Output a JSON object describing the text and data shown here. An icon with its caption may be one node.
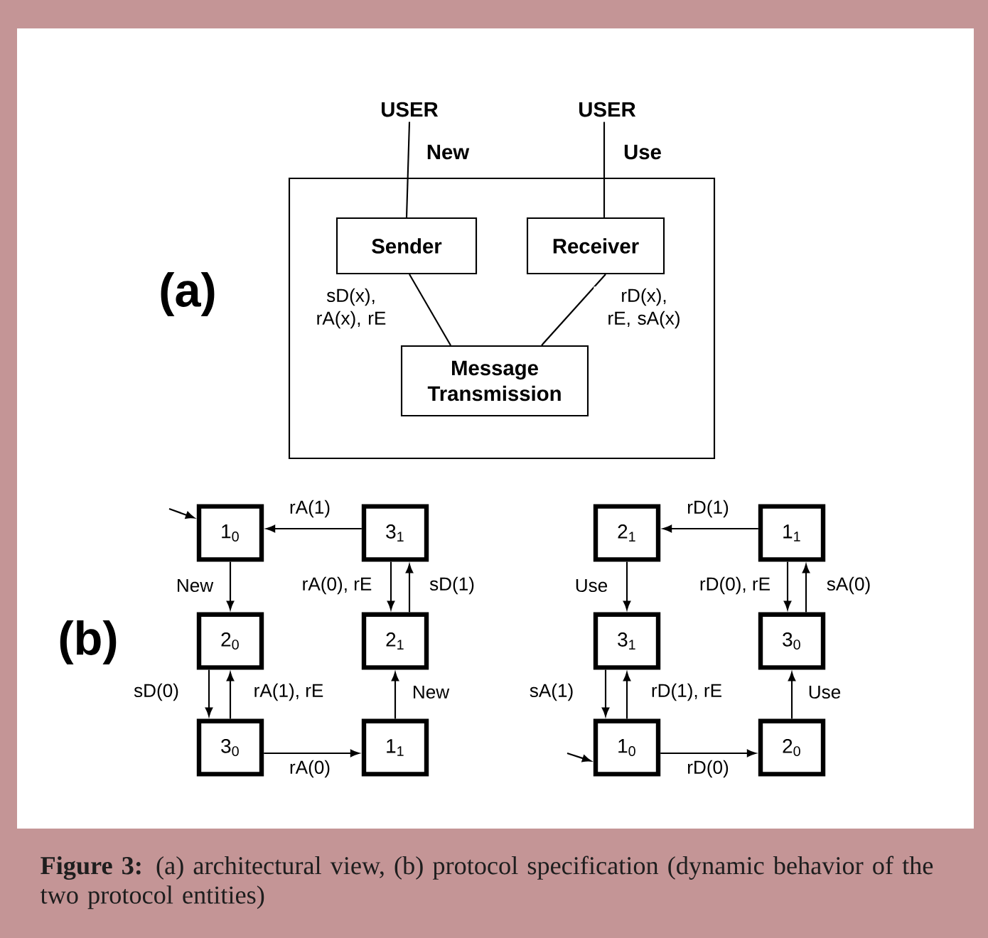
{
  "diagram": {
    "caption": "**Figure 3:** (a) architectural view, (b) protocol specification (dynamic behavior of the two protocol entities)",
    "nodes": [
      {
        "text": [
          "USER"
        ]
      },
      {
        "text": [
          "USER"
        ]
      },
      {
        "text": [],
        "shape": "box"
      },
      {
        "text": [
          "Sender"
        ],
        "in": 2
      },
      {
        "text": [
          "Receiver"
        ],
        "in": 2
      },
      {
        "text": [
          "Message Transmission"
        ],
        "in": 2
      },
      {
        "text": [
          "1$_{0}$"
        ]
      },
      {
        "text": [
          "3$_{1}$"
        ]
      },
      {
        "text": [
          "2$_{0}$"
        ]
      },
      {
        "text": [
          "2$_{1}$"
        ]
      },
      {
        "text": [
          "3$_{0}$"
        ]
      },
      {
        "text": [
          "1$_{1}$"
        ]
      },
      {
        "text": [
          "2$_{1}$"
        ]
      },
      {
        "text": [
          "1$_{1}$"
        ]
      },
      {
        "text": [
          "3$_{1}$"
        ]
      },
      {
        "text": [
          "3$_{0}$"
        ]
      },
      {
        "text": [
          "1$_{0}$"
        ]
      },
      {
        "text": [
          "2$_{0}$"
        ]
      }
    ],
    "edges": [
      {
        "from": 0,
        "to": 3,
        "arrow": "none",
        "label": "New"
      },
      {
        "from": 1,
        "to": 4,
        "arrow": "none",
        "label": "Use"
      },
      {
        "from": 3,
        "to": 5,
        "arrow": "none",
        "label": "sD(x), rA(x), rE"
      },
      {
        "from": 4,
        "to": 5,
        "arrow": "none",
        "label": "rD(x), rE, sA(x)"
      },
      {
        "from": null,
        "to": 6,
        "arrow": "to"
      },
      {
        "from": 7,
        "to": 6,
        "arrow": "to",
        "label": "rA(1)"
      },
      {
        "from": 6,
        "to": 8,
        "arrow": "to",
        "label": "New"
      },
      {
        "from": 7,
        "to": 9,
        "arrow": "to",
        "label": "rA(0), rE"
      },
      {
        "from": 9,
        "to": 7,
        "arrow": "to",
        "label": "sD(1)"
      },
      {
        "from": 8,
        "to": 10,
        "arrow": "to",
        "label": "sD(0)"
      },
      {
        "from": 10,
        "to": 8,
        "arrow": "to",
        "label": "rA(1), rE"
      },
      {
        "from": 10,
        "to": 11,
        "arrow": "to",
        "label": "rA(0)"
      },
      {
        "from": 11,
        "to": 9,
        "arrow": "to",
        "label": "New"
      },
      {
        "from": null,
        "to": 16,
        "arrow": "to"
      },
      {
        "from": 13,
        "to": 12,
        "arrow": "to",
        "label": "rD(1)"
      },
      {
        "from": 12,
        "to": 14,
        "arrow": "to",
        "label": "Use"
      },
      {
        "from": 13,
        "to": 15,
        "arrow": "to",
        "label": "rD(0), rE"
      },
      {
        "from": 15,
        "to": 13,
        "arrow": "to",
        "label": "sA(0)"
      },
      {
        "from": 14,
        "to": 16,
        "arrow": "to",
        "label": "sA(1)"
      },
      {
        "from": 16,
        "to": 14,
        "arrow": "to",
        "label": "rD(1), rE"
      },
      {
        "from": 16,
        "to": 17,
        "arrow": "to",
        "label": "rD(0)"
      },
      {
        "from": 17,
        "to": 15,
        "arrow": "to",
        "label": "Use"
      }
    ],
    "labels": [
      "(a)",
      "(b)"
    ]
  }
}
